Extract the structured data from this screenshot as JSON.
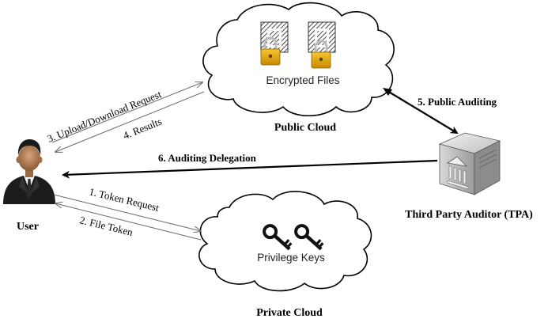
{
  "public_cloud": {
    "label": "Public Cloud",
    "content_label": "Encrypted Files"
  },
  "private_cloud": {
    "label": "Private Cloud",
    "content_label": "Privilege Keys"
  },
  "user": {
    "label": "User"
  },
  "tpa": {
    "label": "Third Party Auditor (TPA)"
  },
  "flows": {
    "upload_download": "3. Upload/Download Request",
    "results": "4. Results",
    "public_auditing": "5. Public Auditing",
    "auditing_delegation": "6. Auditing Delegation",
    "token_request": "1. Token Request",
    "file_token": "2. File Token"
  },
  "colors": {
    "line": "#000000",
    "thin_line": "#6b6b6b",
    "lock_body": "#e2a400",
    "lock_shackle": "#bdbdbd",
    "file_hatch": "#555555",
    "key": "#111111"
  },
  "icons": {
    "user": "businessman-icon",
    "tpa": "server-icon",
    "locked_file": "locked-file-icon",
    "key": "key-icon"
  }
}
